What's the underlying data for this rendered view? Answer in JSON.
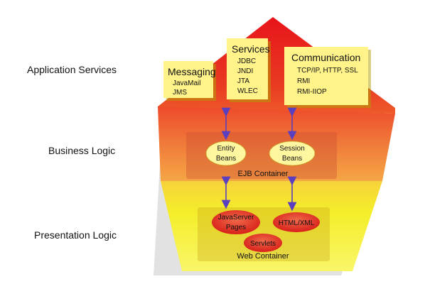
{
  "tiers": {
    "application": "Application Services",
    "business": "Business Logic",
    "presentation": "Presentation Logic"
  },
  "services": {
    "messaging": {
      "title": "Messaging",
      "items": [
        "JavaMail",
        "JMS"
      ]
    },
    "services": {
      "title": "Services",
      "items": [
        "JDBC",
        "JNDI",
        "JTA",
        "WLEC"
      ]
    },
    "communication": {
      "title": "Communication",
      "items": [
        "TCP/IP, HTTP, SSL",
        "RMI",
        "RMI-IIOP"
      ]
    }
  },
  "ejb": {
    "container_label": "EJB Container",
    "entity_beans": [
      "Entity",
      "Beans"
    ],
    "session_beans": [
      "Session",
      "Beans"
    ]
  },
  "web": {
    "container_label": "Web Container",
    "jsp": [
      "JavaServer",
      "Pages"
    ],
    "html_xml": "HTML/XML",
    "servlets": "Servlets"
  },
  "colors": {
    "roof": "#e8141a",
    "business": "#f07a3a",
    "presentation": "#f4ee2a",
    "box": "#fff38a",
    "bean": "#fff6a0",
    "web_oval": "#e83020",
    "arrow": "#5a3fc0"
  }
}
